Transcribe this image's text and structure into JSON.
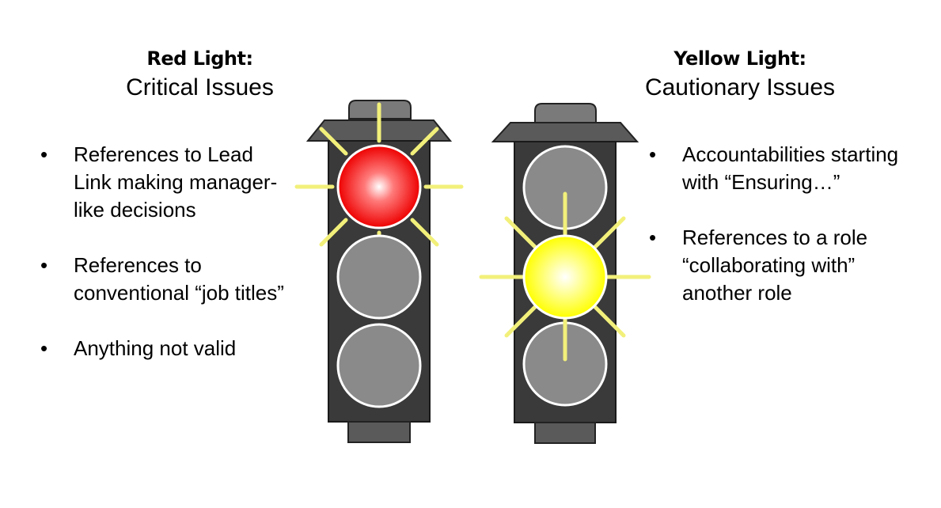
{
  "red_section": {
    "title": "Red Light:",
    "subtitle": "Critical Issues",
    "bullets": [
      "References to Lead Link making manager-like decisions",
      "References to conventional “job titles”",
      "Anything not valid"
    ]
  },
  "yellow_section": {
    "title": "Yellow Light:",
    "subtitle": "Cautionary Issues",
    "bullets": [
      "Accountabilities starting with “Ensuring…”",
      "References to a role “collaborating with” another role"
    ]
  },
  "bullet_glyph": "•",
  "colors": {
    "housing": "#3a3a3a",
    "cap": "#5a5a5a",
    "lamp_off": "#8a8a8a",
    "red_lamp": "#ee0000",
    "yellow_lamp": "#ffff00",
    "ray": "#f2f07a"
  }
}
